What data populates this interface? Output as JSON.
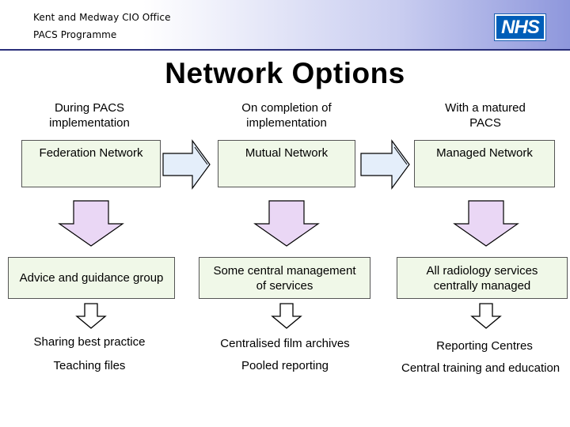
{
  "header": {
    "office": "Kent and Medway CIO Office",
    "programme": "PACS Programme",
    "logo": "NHS"
  },
  "title": "Network Options",
  "phases": [
    "During PACS\nimplementation",
    "On completion of\nimplementation",
    "With a matured\nPACS"
  ],
  "networks": [
    "Federation Network",
    "Mutual Network",
    "Managed Network"
  ],
  "management": [
    "Advice and guidance group",
    "Some central management\nof services",
    "All radiology services\ncentrally managed"
  ],
  "outcomes": [
    [
      "Sharing best practice",
      "Teaching files"
    ],
    [
      "Centralised film archives",
      "Pooled reporting"
    ],
    [
      "Reporting Centres",
      "Central training and education"
    ]
  ],
  "colors": {
    "box_fill": "#f0f8e8",
    "right_arrow_fill": "#e4eefa",
    "down_arrow_fill": "#ead7f5",
    "nhs_blue": "#005eb8"
  }
}
